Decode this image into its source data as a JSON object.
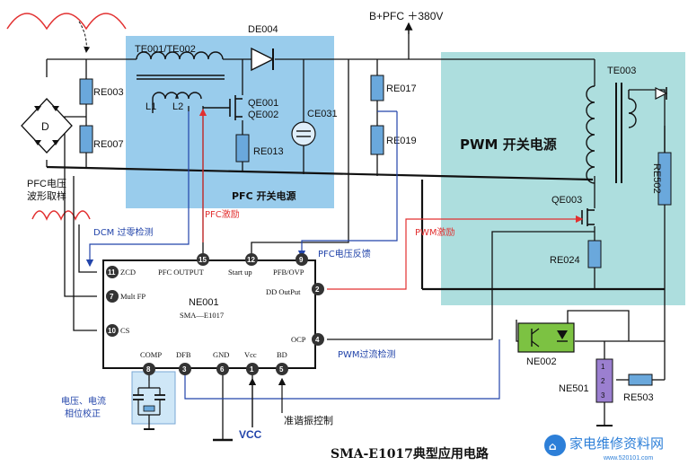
{
  "title": "SMA-E1017典型应用电路",
  "watermark": {
    "text": "家电维修资料网",
    "url": "www.520101.com"
  },
  "regions": {
    "pfc": "PFC 开关电源",
    "pwm": "PWM 开关电源"
  },
  "rails": {
    "bplus": "B+PFC ＋380V",
    "vcc": "VCC"
  },
  "components": {
    "bridge": "D",
    "re003": "RE003",
    "re007": "RE007",
    "te001": "TE001/TE002",
    "l1": "L1",
    "l2": "L2",
    "de004": "DE004",
    "qe001": "QE001",
    "qe002": "QE002",
    "re013": "RE013",
    "ce031": "CE031",
    "re017": "RE017",
    "re019": "RE019",
    "te003": "TE003",
    "qe003": "QE003",
    "re024": "RE024",
    "re502": "RE502",
    "ne002": "NE002",
    "ne501": "NE501",
    "re503": "RE503"
  },
  "chip": {
    "name": "NE001",
    "model": "SMA—E1017",
    "pins": [
      {
        "num": "11",
        "label": "ZCD"
      },
      {
        "num": "15",
        "label": "PFC OUTPUT"
      },
      {
        "num": "12",
        "label": "Start up"
      },
      {
        "num": "9",
        "label": "PFB/OVP"
      },
      {
        "num": "7",
        "label": "Mult FP"
      },
      {
        "num": "2",
        "label": "DD OutPut"
      },
      {
        "num": "10",
        "label": "CS"
      },
      {
        "num": "4",
        "label": "OCP"
      },
      {
        "num": "8",
        "label": "COMP"
      },
      {
        "num": "3",
        "label": "DFB"
      },
      {
        "num": "6",
        "label": "GND"
      },
      {
        "num": "1",
        "label": "Vcc"
      },
      {
        "num": "5",
        "label": "BD"
      }
    ]
  },
  "ne501_pins": [
    "1",
    "2",
    "3"
  ],
  "annotations": {
    "pfc_sample_1": "PFC电压",
    "pfc_sample_2": "波形取样",
    "dcm": "DCM 过零检测",
    "pfc_drive": "PFC激励",
    "pfc_feedback": "PFC电压反馈",
    "pwm_drive": "PWM激励",
    "pwm_ocp": "PWM过流检测",
    "phase_1": "电压、电流",
    "phase_2": "相位校正",
    "bd": "准谐振控制"
  },
  "colors": {
    "pfc_region": "#8ec6ea",
    "pwm_region": "#a9dcdc",
    "chip_pin": "#333333",
    "optocoupler": "#7cc242",
    "ne501": "#9b7fd0",
    "red_signal": "#e23030",
    "blue_signal": "#2244aa",
    "sine": "#e23030"
  }
}
